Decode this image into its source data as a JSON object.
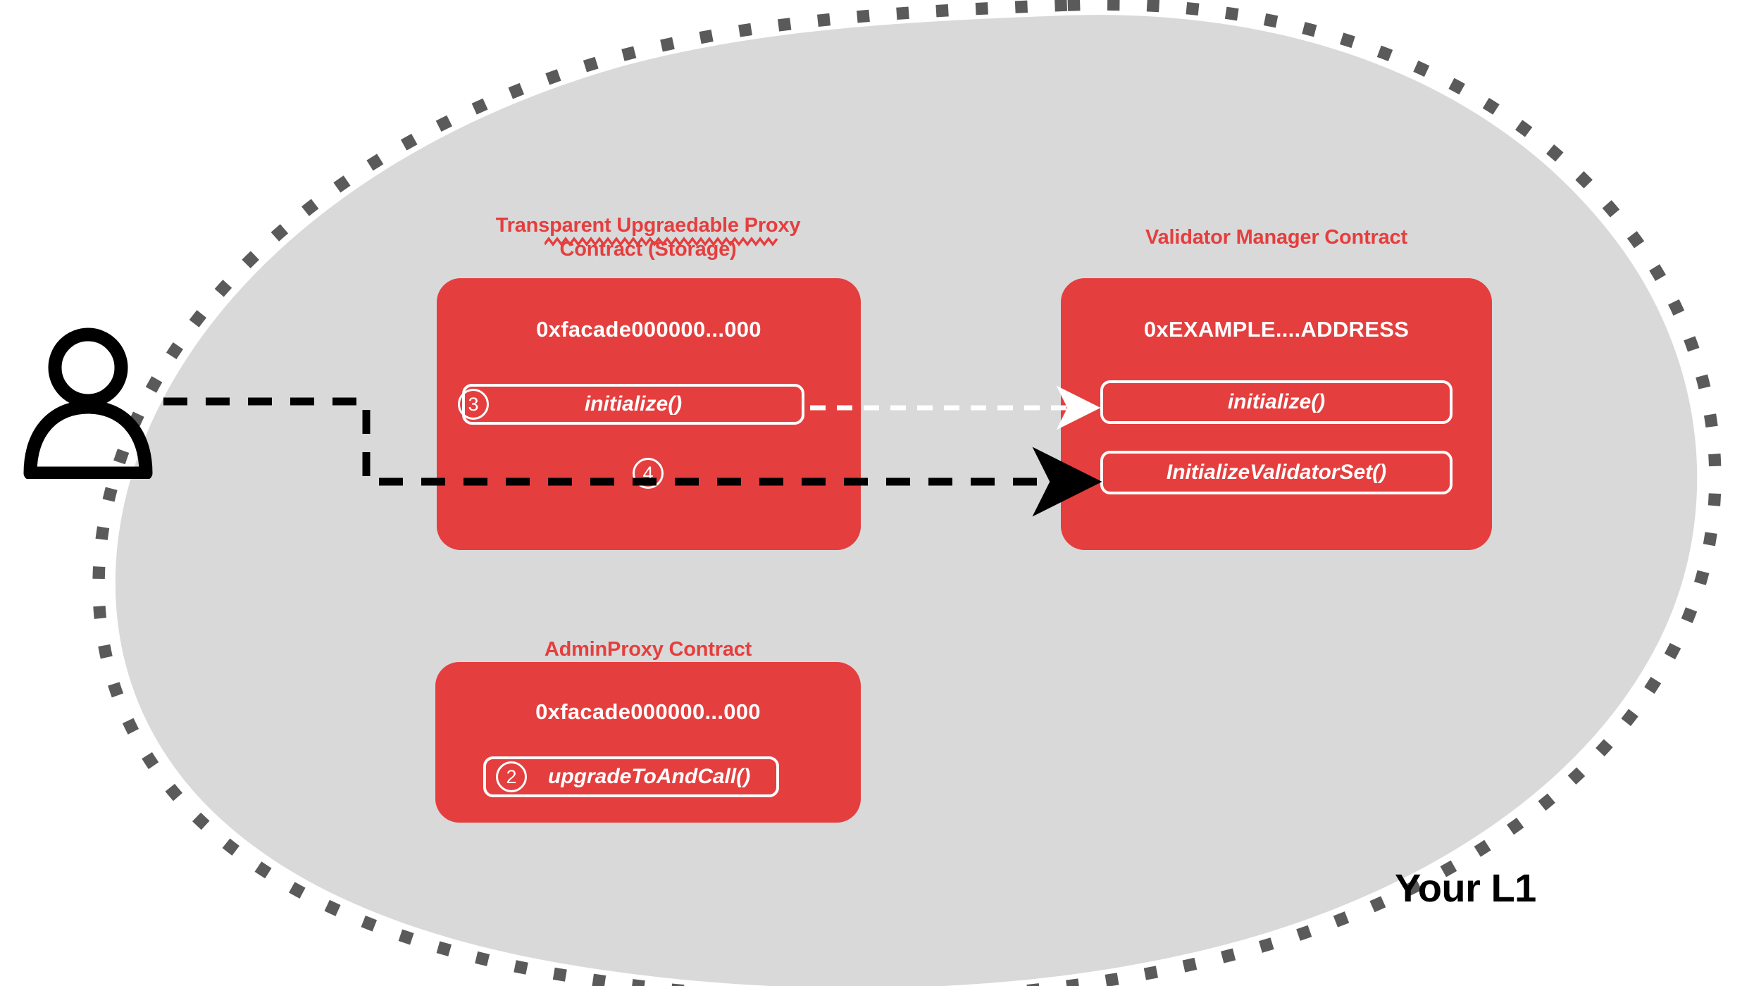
{
  "diagram": {
    "title_label": "Your L1",
    "actor": {
      "icon": "person-icon"
    },
    "boundary": {
      "style": "dashed",
      "fill_color": "#D9D9D9",
      "stroke_color": "#5A5A5A"
    },
    "accent_color": "#E53E3E",
    "nodes": [
      {
        "id": "transparent-proxy",
        "title": "Transparent Upgraedable Proxy\nContract (Storage)",
        "title_has_spellcheck_underline": true,
        "address": "0xfacade000000...000",
        "methods": [
          {
            "label": "initialize()",
            "step": "3"
          }
        ],
        "loose_steps": [
          "4"
        ]
      },
      {
        "id": "validator-manager",
        "title": "Validator Manager Contract",
        "title_has_spellcheck_underline": false,
        "address": "0xEXAMPLE....ADDRESS",
        "methods": [
          {
            "label": "initialize()",
            "step": ""
          },
          {
            "label": "InitializeValidatorSet()",
            "step": ""
          }
        ],
        "loose_steps": []
      },
      {
        "id": "admin-proxy",
        "title": "AdminProxy  Contract",
        "title_has_spellcheck_underline": false,
        "address": "0xfacade000000...000",
        "methods": [
          {
            "label": "upgradeToAndCall()",
            "step": "2"
          }
        ],
        "loose_steps": []
      }
    ],
    "edges": [
      {
        "id": "actor-to-validator-set",
        "from": "actor",
        "to": "validator-manager.InitializeValidatorSet()",
        "style": "dashed",
        "color": "#000000"
      },
      {
        "id": "proxy-initialize-to-manager-initialize",
        "from": "transparent-proxy.initialize()",
        "to": "validator-manager.initialize()",
        "style": "dashed",
        "color": "#FFFFFF"
      }
    ]
  }
}
